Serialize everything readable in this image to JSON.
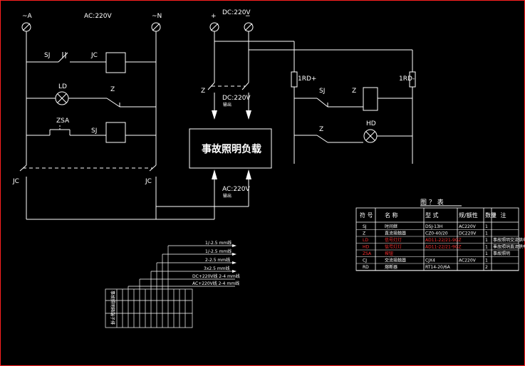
{
  "supply": {
    "ac_phase_label": "~A",
    "ac_voltage_label": "AC:220V",
    "ac_neutral_label": "~N",
    "dc_plus_label": "+",
    "dc_voltage_label": "DC:220V",
    "dc_minus_label": "−"
  },
  "components": {
    "sj": "SJ",
    "jc": "JC",
    "ld": "LD",
    "z": "Z",
    "zsa": "ZSA",
    "hd": "HD",
    "fuse_plus": "1RD+",
    "fuse_minus": "1RD-"
  },
  "load_box": {
    "title": "事故照明负载",
    "dc_in_label": "DC:220V",
    "dc_in_sub": "输出",
    "ac_in_label": "AC:220V",
    "ac_in_sub": "输出"
  },
  "table": {
    "title": "图   ？  表",
    "headers": [
      "符 号",
      "名          称",
      "型   式",
      "规/额性",
      "数量",
      "？ 注"
    ],
    "rows": [
      {
        "sym": "SJ",
        "name": "时间继",
        "model": "DSJ-13H",
        "spec": "AC220V",
        "qty": "1",
        "note": "",
        "red": false
      },
      {
        "sym": "Z",
        "name": "直流接触器",
        "model": "CZ0-40/20",
        "spec": "DC220V",
        "qty": "1",
        "note": "",
        "red": false
      },
      {
        "sym": "LD",
        "name": "信号灯灯",
        "model": "AD11-22/21-9GZ",
        "spec": "",
        "qty": "1",
        "note": "事故照明交流供电",
        "red": true
      },
      {
        "sym": "HD",
        "name": "信号灯灯",
        "model": "AD11-22/21-9GZ",
        "spec": "",
        "qty": "1",
        "note": "事故照明直流供电",
        "red": true
      },
      {
        "sym": "ZSA",
        "name": "按钮",
        "model": "",
        "spec": "",
        "qty": "1",
        "note": "事故照明",
        "red": true
      },
      {
        "sym": "CJ",
        "name": "交流接触器",
        "model": "CJX4",
        "spec": "AC220V",
        "qty": "1",
        "note": "",
        "red": false
      },
      {
        "sym": "RD",
        "name": "熔断器",
        "model": "RT14-20/6A",
        "spec": "",
        "qty": "2",
        "note": "",
        "red": false
      }
    ]
  },
  "wiring": {
    "labels": [
      "1/-2.5 mm线",
      "1/-2.5 mm线",
      "2-2.5 mm线",
      "3x2.5 mm线",
      "DC+220V线 2-4 mm线",
      "AC+220V线 2-4 mm线"
    ],
    "block_title": "事故照明箱端子排"
  },
  "colors": {
    "background": "#000000",
    "lines": "#ffffff",
    "border": "#ff2020",
    "highlight": "#ff3030"
  }
}
